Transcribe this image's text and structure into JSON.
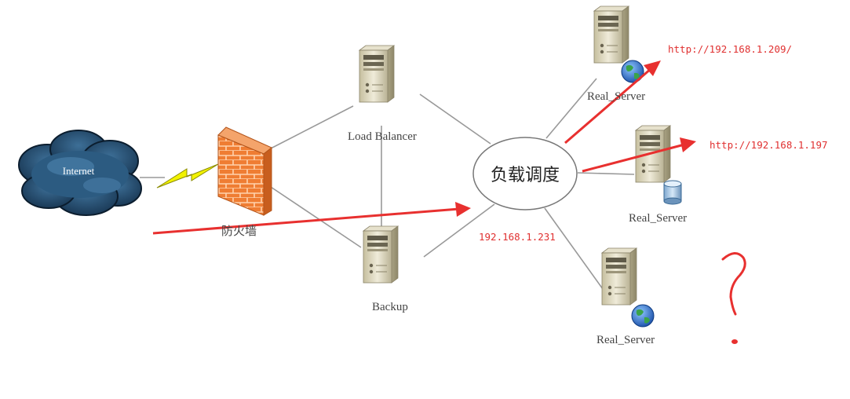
{
  "nodes": {
    "internet": "Internet",
    "firewall": "防火墙",
    "load_balancer": "Load Balancer",
    "backup": "Backup",
    "scheduler": "负载调度",
    "real_server_1": "Real_Server",
    "real_server_2": "Real_Server",
    "real_server_3": "Real_Server"
  },
  "annotations": {
    "url_1": "http://192.168.1.209/",
    "url_2": "http://192.168.1.197",
    "vip": "192.168.1.231",
    "question": "?"
  },
  "colors": {
    "annotation": "#e8302f",
    "line": "#999999",
    "cloud": "#1f3f5e",
    "firewall": "#e8742b",
    "lightning": "#f2f200",
    "server": "#d9d3b8"
  }
}
